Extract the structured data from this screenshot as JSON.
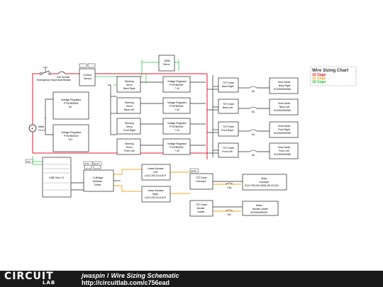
{
  "legend": {
    "title": "Wire Sizing Chart",
    "items": [
      {
        "label": "10 Gage",
        "color": "#e8192c"
      },
      {
        "label": "12 Gage",
        "color": "#f5a623"
      },
      {
        "label": "18 Gage",
        "color": "#2ecc40"
      }
    ]
  },
  "parts": {
    "estop": "Emergency Stop",
    "breaker": [
      "10A Thermal",
      "Circuit Breaker"
    ],
    "current_sensor": [
      "Current",
      "Sensor"
    ],
    "servo_box": [
      "16SB",
      "Servo"
    ],
    "battery": [
      "Mfwd",
      "13.4 V"
    ],
    "vreg_5v": [
      "Voltage Regulator",
      "PTN78000W",
      "5V"
    ],
    "vreg_12v": [
      "Voltage Regulator",
      "PTN78000W",
      "12V"
    ],
    "steering": [
      [
        "Steering",
        "Servo",
        "Back Right"
      ],
      [
        "Steering",
        "Servo",
        "Back Left"
      ],
      [
        "Steering",
        "Servo",
        "Front Right"
      ],
      [
        "Steering",
        "Servo",
        "Front Left"
      ]
    ],
    "vreg_7v": [
      [
        "Voltage Regulator",
        "PTN78000W",
        "7.4V"
      ],
      [
        "Voltage Regulator",
        "PTN78000W",
        "7.4V"
      ],
      [
        "Voltage Regulator",
        "PTN78000W",
        "7.4V"
      ],
      [
        "Voltage Regulator",
        "PTN78000W",
        "7.4V"
      ]
    ],
    "tst_driver": [
      [
        "TST Driver",
        "Back Right"
      ],
      [
        "TST Driver",
        "Back Left"
      ],
      [
        "TST Driver",
        "Front Right"
      ],
      [
        "TST Driver",
        "Front Left"
      ]
    ],
    "drive_motor": [
      [
        "Drive Motor",
        "Back Right",
        "SG2000000068"
      ],
      [
        "Drive Motor",
        "Back Left",
        "SG2000000068"
      ],
      [
        "Drive Motor",
        "Front Right",
        "SG2000000068"
      ],
      [
        "Drive Motor",
        "Front Left",
        "SG2000000068"
      ]
    ],
    "fuse_labels": [
      "5A",
      "5A",
      "5A",
      "5A"
    ],
    "usb_hub": [
      "USB Hub 2.0"
    ],
    "hbridge": [
      "H-Bridge",
      "Actuator",
      "Driver"
    ],
    "linear_left": [
      "Linear Actuator",
      "Left",
      "LA12-200-24-6-M-P"
    ],
    "linear_right": [
      "Linear Actuator",
      "Right",
      "LA12-200-24-6-M-P"
    ],
    "tst_conveyor": [
      "TST Driver",
      "Conveyor"
    ],
    "tst_ladder": [
      "TST Driver",
      "Bucket",
      "Ladder"
    ],
    "motor_conveyor": [
      "Motor",
      "Conveyor",
      "SG2-0795-0SI-00649 (28 OG 5D)"
    ],
    "motor_ladder": [
      "Motor",
      "Bucket Ladder",
      "SG2000000025"
    ],
    "conveyor_fuse": "1.8A",
    "ladder_fuse": "10A",
    "pins_small": [
      "2.5V",
      "12.0V",
      "12.0V",
      "5.0V"
    ]
  },
  "footer": {
    "brand": "CIRCUIT",
    "brand_sub": "LAB",
    "author": "jwaspin",
    "title": "Wire Sizing Schematic",
    "url": "http://circuitlab.com/c756ead"
  }
}
